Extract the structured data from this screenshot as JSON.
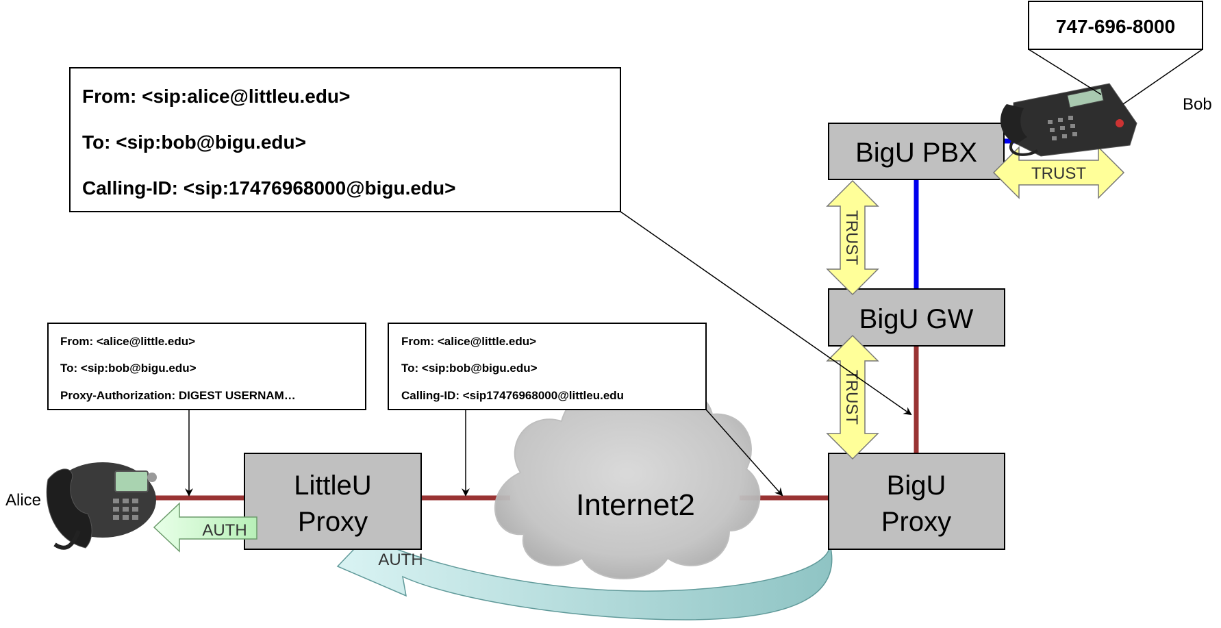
{
  "callout_big": {
    "lines": [
      "From: <sip:alice@littleu.edu>",
      "To: <sip:bob@bigu.edu>",
      "Calling-ID: <sip:17476968000@bigu.edu>"
    ]
  },
  "callout_left": {
    "lines": [
      "From: <alice@little.edu>",
      "To: <sip:bob@bigu.edu>",
      "Proxy-Authorization: DIGEST USERNAM…"
    ]
  },
  "callout_mid": {
    "lines": [
      "From: <alice@little.edu>",
      "To: <sip:bob@bigu.edu>",
      "Calling-ID: <sip17476968000@littleu.edu"
    ]
  },
  "phone_number": "747-696-8000",
  "nodes": {
    "littleu_proxy": [
      "LittleU",
      "Proxy"
    ],
    "internet2": "Internet2",
    "bigu_proxy": [
      "BigU",
      "Proxy"
    ],
    "bigu_gw": "BigU GW",
    "bigu_pbx": "BigU PBX"
  },
  "people": {
    "alice": "Alice",
    "bob": "Bob"
  },
  "arrows": {
    "auth_alice": "AUTH",
    "auth_return": "AUTH",
    "trust_pbx_bob": "TRUST",
    "trust_pbx_gw": "TRUST",
    "trust_gw_proxy": "TRUST"
  },
  "colors": {
    "box_fill": "#c0c0c0",
    "link_red": "#993333",
    "link_blue": "#0000ee",
    "trust_fill": "#ffff99",
    "auth_green": "#ccffcc",
    "auth_teal": "#99cccc"
  }
}
